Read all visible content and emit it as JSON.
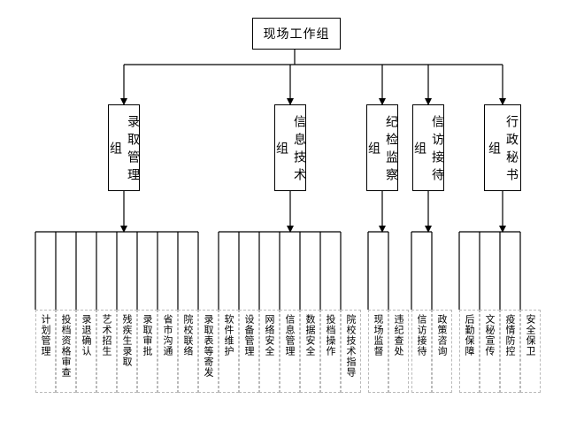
{
  "root": "现场工作组",
  "departments": [
    {
      "label": "录取管理组",
      "tasks": [
        "计划管理",
        "投档资格审查",
        "录退确认",
        "艺术招生",
        "残疾生录取",
        "录取审批",
        "省市沟通",
        "院校联络",
        "录取表等寄发"
      ]
    },
    {
      "label": "信息技术组",
      "tasks": [
        "软件维护",
        "设备管理",
        "网络安全",
        "信息管理",
        "数据安全",
        "投档操作",
        "院校技术指导"
      ]
    },
    {
      "label": "纪检监察组",
      "tasks": [
        "现场监督",
        "违纪查处"
      ]
    },
    {
      "label": "信访接待组",
      "tasks": [
        "信访接待",
        "政策咨询"
      ]
    },
    {
      "label": "行政秘书组",
      "tasks": [
        "后勤保障",
        "文秘宣传",
        "疫情防控",
        "安全保卫"
      ]
    }
  ]
}
